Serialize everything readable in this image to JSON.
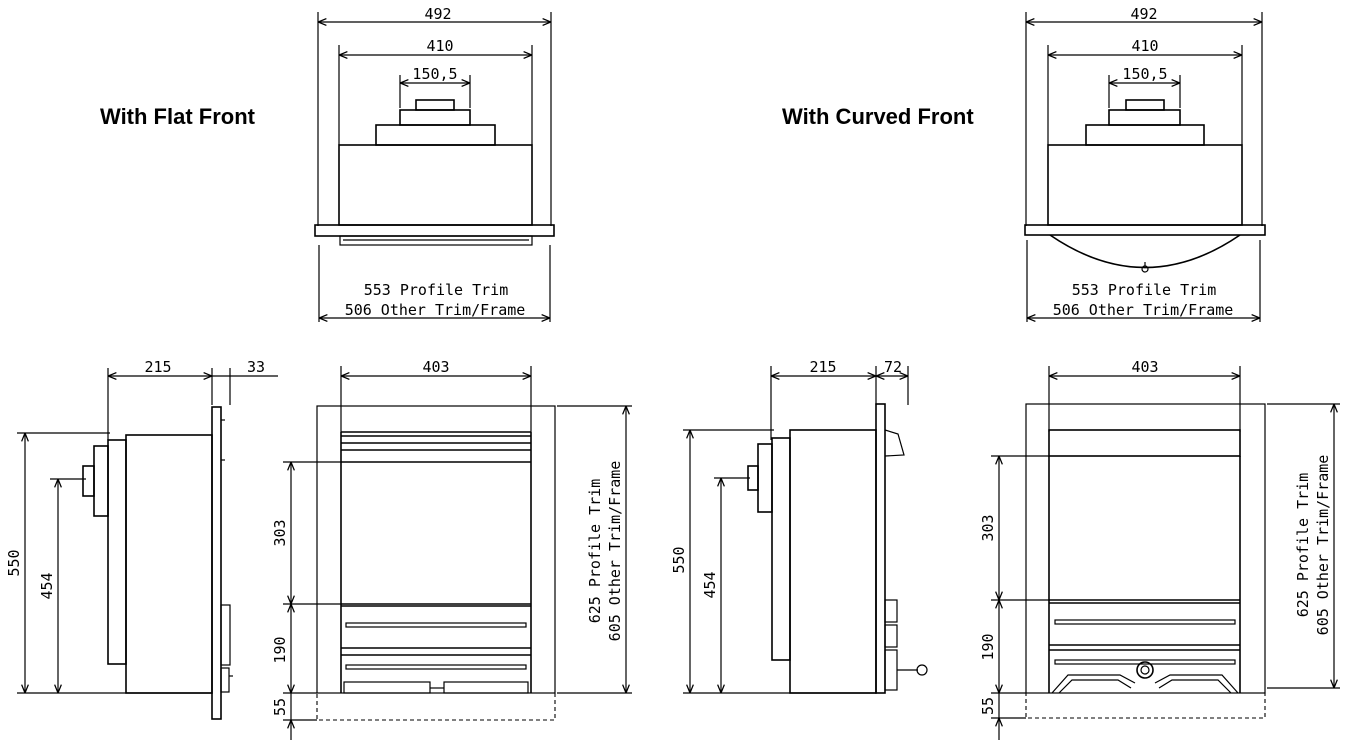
{
  "headings": {
    "flat": "With Flat Front",
    "curved": "With Curved Front"
  },
  "top_view": {
    "width_overall": "492",
    "width_body": "410",
    "width_spigot": "150,5",
    "profile_trim": "553 Profile Trim",
    "other_trim": "506 Other Trim/Frame"
  },
  "side_flat": {
    "depth": "215",
    "front_projection": "33",
    "height": "550",
    "spigot_height": "454"
  },
  "side_curved": {
    "depth": "215",
    "front_projection": "72",
    "height": "550",
    "spigot_height": "454"
  },
  "front_view": {
    "width": "403",
    "upper_height": "303",
    "lower_height": "190",
    "base_height": "55",
    "profile_trim": "625 Profile Trim",
    "other_trim": "605 Other Trim/Frame"
  },
  "colors": {
    "line": "#000000",
    "background": "#ffffff"
  }
}
